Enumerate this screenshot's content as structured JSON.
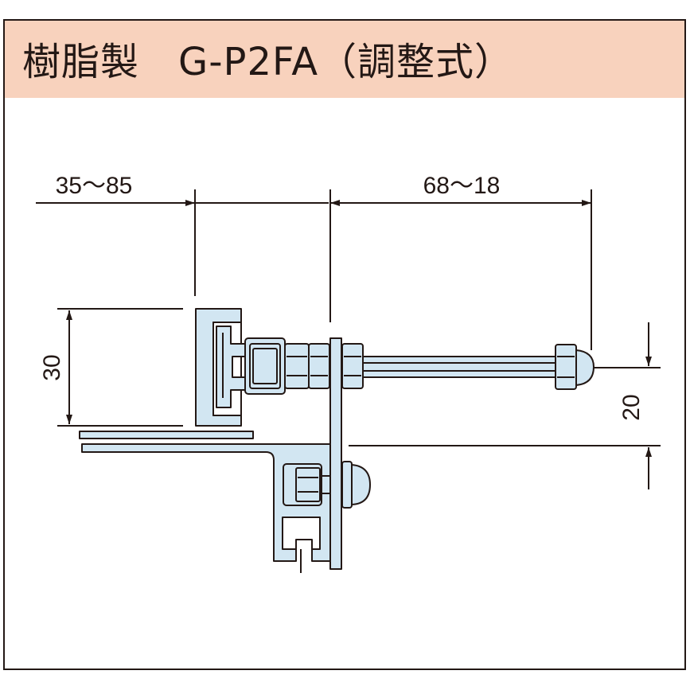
{
  "title": "樹脂製　G-P2FA（調整式）",
  "dimensions": {
    "left_range": "35～85",
    "right_range": "68～18",
    "height": "30",
    "offset": "20"
  },
  "colors": {
    "title_band": "#f8d2bd",
    "part_fill": "#d2e6f2",
    "line": "#231815",
    "frame_border": "#231815"
  }
}
